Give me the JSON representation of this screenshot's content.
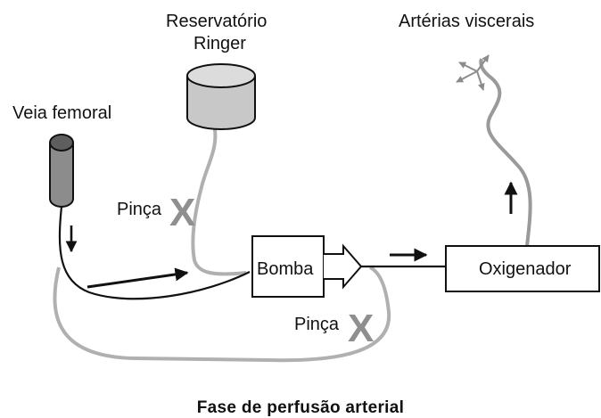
{
  "labels": {
    "reservoir_line1": "Reservatório",
    "reservoir_line2": "Ringer",
    "femoral_vein": "Veia femoral",
    "visceral_arteries": "Artérias viscerais",
    "clamp_top": "Pinça",
    "clamp_bottom": "Pinça",
    "clamp_mark": "X",
    "pump": "Bomba",
    "oxygenator": "Oxigenador",
    "caption": "Fase de perfusão arterial"
  },
  "colors": {
    "tube_gray": "#b0b0b0",
    "tube_black": "#111111",
    "vein_fill": "#8c8c8c",
    "reservoir_fill": "#c8c8c8",
    "clamp_x": "#8f8f8f"
  },
  "icons": {
    "clamp": "x-mark",
    "flow": "arrow"
  }
}
